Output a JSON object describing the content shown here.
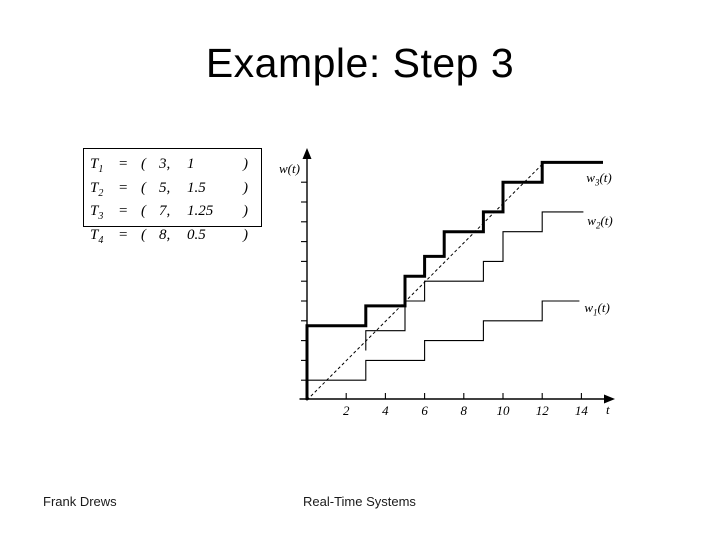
{
  "title": "Example: Step 3",
  "footer": {
    "author": "Frank Drews",
    "course": "Real-Time Systems"
  },
  "task_table": {
    "boxed_rows": 3,
    "rows": [
      {
        "task": "T",
        "sub": "1",
        "eq": "=",
        "open": "(",
        "period": "3,",
        "exec": "1",
        "close": ")"
      },
      {
        "task": "T",
        "sub": "2",
        "eq": "=",
        "open": "(",
        "period": "5,",
        "exec": "1.5",
        "close": ")"
      },
      {
        "task": "T",
        "sub": "3",
        "eq": "=",
        "open": "(",
        "period": "7,",
        "exec": "1.25",
        "close": ")"
      },
      {
        "task": "T",
        "sub": "4",
        "eq": "=",
        "open": "(",
        "period": "8,",
        "exec": "0.5",
        "close": ")"
      }
    ]
  },
  "chart_data": {
    "type": "line",
    "title": "",
    "xlabel": "t",
    "ylabel_base": "w",
    "ylabel_rest": "(t)",
    "xlim": [
      0,
      15.5
    ],
    "ylim": [
      0,
      12.8
    ],
    "grid": false,
    "x_ticks": [
      2,
      4,
      6,
      8,
      10,
      12,
      14
    ],
    "y_ticks": [
      1,
      2,
      3,
      4,
      5,
      6,
      7,
      8,
      9,
      10,
      11
    ],
    "reference_line": {
      "style": "dashed",
      "points": [
        [
          0,
          0
        ],
        [
          12.15,
          12.05
        ]
      ]
    },
    "series": [
      {
        "name": "w3",
        "label_base": "w",
        "label_sub": "3",
        "label_rest": "(t)",
        "thick": true,
        "label_pos": [
          14.25,
          11.6
        ],
        "points": [
          [
            0,
            0
          ],
          [
            0,
            3.75
          ],
          [
            3,
            3.75
          ],
          [
            3,
            4.75
          ],
          [
            5,
            4.75
          ],
          [
            5,
            6.25
          ],
          [
            6,
            6.25
          ],
          [
            6,
            7.25
          ],
          [
            7,
            7.25
          ],
          [
            7,
            8.5
          ],
          [
            9,
            8.5
          ],
          [
            9,
            9.5
          ],
          [
            10,
            9.5
          ],
          [
            10,
            11
          ],
          [
            12,
            11
          ],
          [
            12,
            12
          ],
          [
            15.1,
            12
          ]
        ]
      },
      {
        "name": "w2",
        "label_base": "w",
        "label_sub": "2",
        "label_rest": "(t)",
        "thick": false,
        "label_pos": [
          14.3,
          9.45
        ],
        "points": [
          [
            3,
            2.5
          ],
          [
            3,
            3.5
          ],
          [
            5,
            3.5
          ],
          [
            5,
            5
          ],
          [
            6,
            5
          ],
          [
            6,
            6
          ],
          [
            9,
            6
          ],
          [
            9,
            7
          ],
          [
            10,
            7
          ],
          [
            10,
            8.5
          ],
          [
            12,
            8.5
          ],
          [
            12,
            9.5
          ],
          [
            14.1,
            9.5
          ]
        ]
      },
      {
        "name": "w1",
        "label_base": "w",
        "label_sub": "1",
        "label_rest": "(t)",
        "thick": false,
        "label_pos": [
          14.15,
          5.05
        ],
        "points": [
          [
            0,
            1
          ],
          [
            3,
            1
          ],
          [
            3,
            2
          ],
          [
            6,
            2
          ],
          [
            6,
            3
          ],
          [
            9,
            3
          ],
          [
            9,
            4
          ],
          [
            12,
            4
          ],
          [
            12,
            5
          ],
          [
            13.9,
            5
          ]
        ]
      }
    ]
  }
}
